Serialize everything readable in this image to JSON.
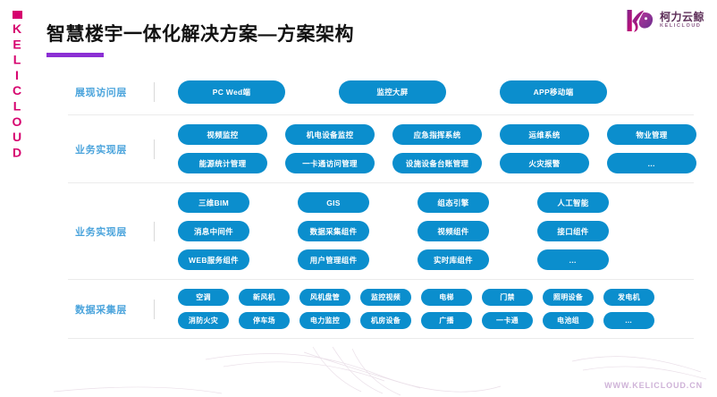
{
  "brand": {
    "side_mark_text": "KELICLOUD",
    "side_mark_color": "#d6006e",
    "logo_cn": "柯力云鲸",
    "logo_en": "KELICLOUD",
    "footer_url": "WWW.KELICLOUD.CN"
  },
  "title": {
    "text": "智慧楼宇一体化解决方案—方案架构",
    "underline_color": "#8b2fd4"
  },
  "theme": {
    "pill_color": "#0b8ecd",
    "layer_label_color": "#4ba4dc",
    "separator_color": "#ebebeb"
  },
  "layers": [
    {
      "label": "展现访问层",
      "rows": [
        [
          "PC Wed端",
          "监控大屏",
          "APP移动端"
        ]
      ]
    },
    {
      "label": "业务实现层",
      "rows": [
        [
          "视频监控",
          "机电设备监控",
          "应急指挥系统",
          "运维系统",
          "物业管理"
        ],
        [
          "能源统计管理",
          "一卡通访问管理",
          "设施设备台账管理",
          "火灾报警",
          "…"
        ]
      ]
    },
    {
      "label": "业务实现层",
      "rows": [
        [
          "三维BIM",
          "GIS",
          "组态引擎",
          "人工智能"
        ],
        [
          "消息中间件",
          "数据采集组件",
          "视频组件",
          "接口组件"
        ],
        [
          "WEB服务组件",
          "用户管理组件",
          "实时库组件",
          "…"
        ]
      ]
    },
    {
      "label": "数据采集层",
      "rows": [
        [
          "空调",
          "新风机",
          "风机盘管",
          "监控视频",
          "电梯",
          "门禁",
          "照明设备",
          "发电机"
        ],
        [
          "消防火灾",
          "停车场",
          "电力监控",
          "机房设备",
          "广播",
          "一卡通",
          "电池组",
          "…"
        ]
      ]
    }
  ]
}
